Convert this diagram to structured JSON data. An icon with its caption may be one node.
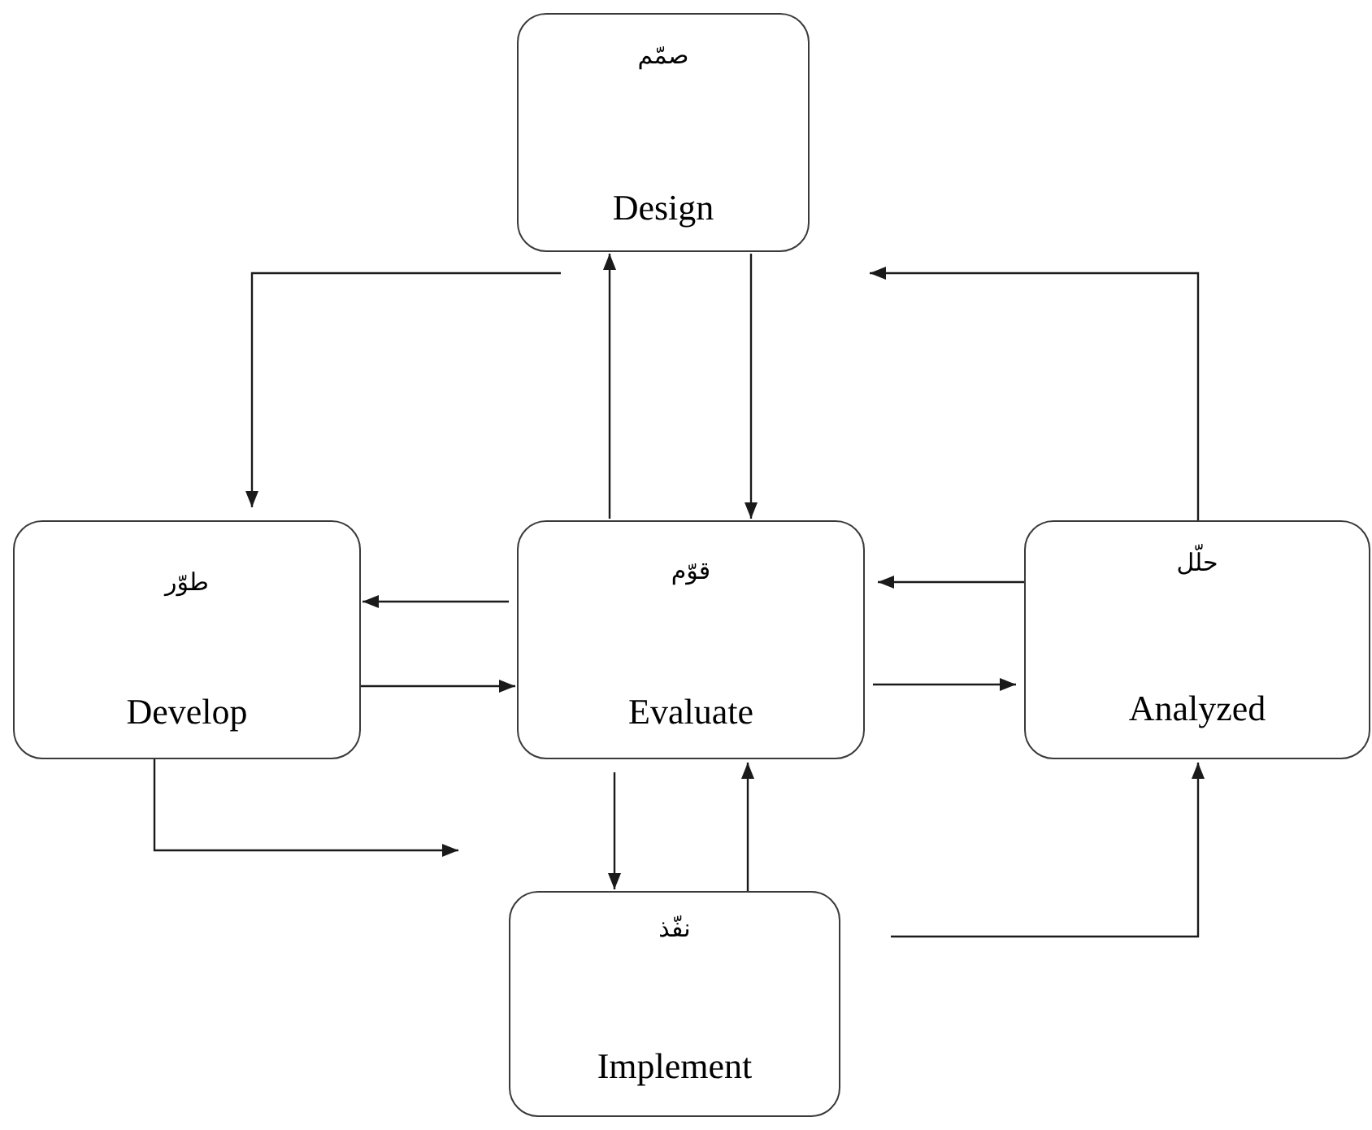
{
  "diagram": {
    "nodes": [
      {
        "text": [
          "صمّم",
          "Design"
        ]
      },
      {
        "text": [
          "طوّر",
          "Develop"
        ]
      },
      {
        "text": [
          "قوّم",
          "Evaluate"
        ]
      },
      {
        "text": [
          "حلّل",
          "Analyzed"
        ]
      },
      {
        "text": [
          "نفّذ",
          "Implement"
        ]
      }
    ],
    "edges": [
      {
        "from": 0,
        "to": 1,
        "arrow": "to"
      },
      {
        "from": 3,
        "to": 0,
        "arrow": "to"
      },
      {
        "from": 2,
        "to": 0,
        "arrow": "to"
      },
      {
        "from": 0,
        "to": 2,
        "arrow": "to"
      },
      {
        "from": 2,
        "to": 1,
        "arrow": "to"
      },
      {
        "from": 1,
        "to": 2,
        "arrow": "to"
      },
      {
        "from": 3,
        "to": 2,
        "arrow": "to"
      },
      {
        "from": 2,
        "to": 3,
        "arrow": "to"
      },
      {
        "from": 2,
        "to": 4,
        "arrow": "to"
      },
      {
        "from": 4,
        "to": 2,
        "arrow": "to"
      },
      {
        "from": 1,
        "to": 4,
        "arrow": "to"
      },
      {
        "from": 4,
        "to": 3,
        "arrow": "to"
      }
    ]
  }
}
